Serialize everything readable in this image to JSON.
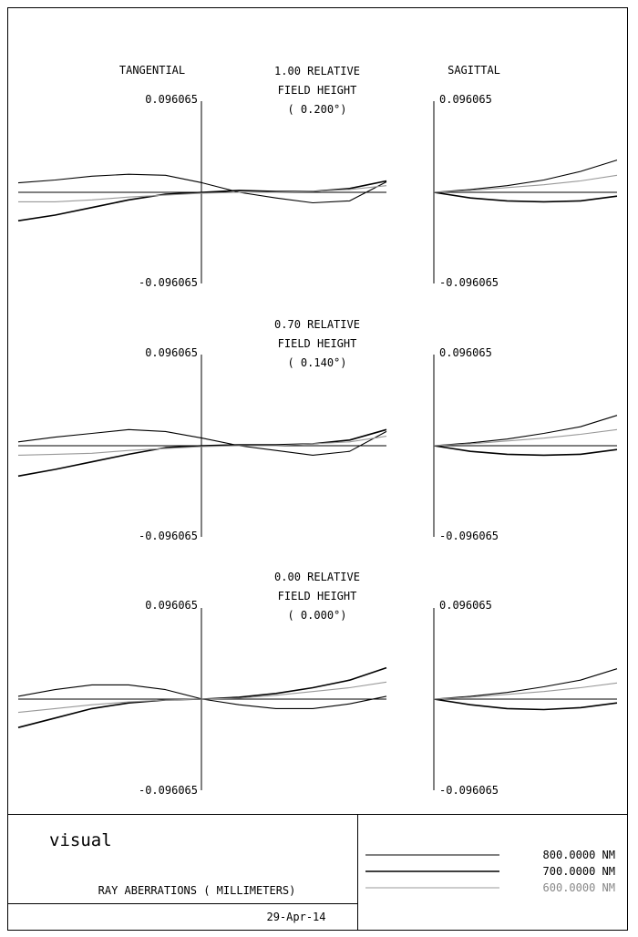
{
  "headers": {
    "tangential": "TANGENTIAL",
    "sagittal": "SAGITTAL"
  },
  "fields": [
    {
      "line1": "1.00 RELATIVE",
      "line2": "FIELD HEIGHT",
      "line3": "( 0.200°)"
    },
    {
      "line1": "0.70 RELATIVE",
      "line2": "FIELD HEIGHT",
      "line3": "( 0.140°)"
    },
    {
      "line1": "0.00 RELATIVE",
      "line2": "FIELD HEIGHT",
      "line3": "( 0.000°)"
    }
  ],
  "footer": {
    "lens_name": "visual",
    "plot_title": "RAY ABERRATIONS ( MILLIMETERS)",
    "date": "29-Apr-14"
  },
  "legend": [
    {
      "label": "800.0000 NM",
      "color": "#000000"
    },
    {
      "label": "700.0000 NM",
      "color": "#000000"
    },
    {
      "label": "600.0000 NM",
      "color": "#999999"
    }
  ],
  "chart_data": {
    "type": "line",
    "scale_max": "0.096065",
    "scale_min": "-0.096065",
    "ylim": [
      -0.096065,
      0.096065
    ],
    "xlim": [
      -1,
      1
    ],
    "x": [
      -1.0,
      -0.8,
      -0.6,
      -0.4,
      -0.2,
      0.0,
      0.2,
      0.4,
      0.6,
      0.8,
      1.0
    ],
    "wavelength_colors": {
      "800": "#000000",
      "700": "#000000",
      "600": "#999999"
    },
    "fields": [
      {
        "tangential": [
          {
            "wavelength": "800",
            "values": [
              0.01,
              0.013,
              0.017,
              0.019,
              0.018,
              0.01,
              0.0,
              -0.006,
              -0.011,
              -0.009,
              0.011
            ]
          },
          {
            "wavelength": "700",
            "values": [
              -0.03,
              -0.024,
              -0.016,
              -0.008,
              -0.002,
              0.0,
              0.002,
              0.001,
              0.001,
              0.004,
              0.012
            ]
          },
          {
            "wavelength": "600",
            "values": [
              -0.01,
              -0.01,
              -0.008,
              -0.005,
              -0.003,
              -0.001,
              0.0,
              0.0,
              0.001,
              0.003,
              0.007
            ]
          }
        ],
        "sagittal": [
          {
            "wavelength": "800",
            "values": [
              0.0,
              0.003,
              0.007,
              0.013,
              0.022,
              0.034
            ]
          },
          {
            "wavelength": "700",
            "values": [
              0.0,
              -0.006,
              -0.009,
              -0.01,
              -0.009,
              -0.004
            ]
          },
          {
            "wavelength": "600",
            "values": [
              0.0,
              0.002,
              0.005,
              0.008,
              0.012,
              0.018
            ]
          }
        ]
      },
      {
        "tangential": [
          {
            "wavelength": "800",
            "values": [
              0.004,
              0.009,
              0.013,
              0.017,
              0.015,
              0.008,
              0.0,
              -0.005,
              -0.01,
              -0.006,
              0.015
            ]
          },
          {
            "wavelength": "700",
            "values": [
              -0.032,
              -0.025,
              -0.017,
              -0.009,
              -0.002,
              0.0,
              0.001,
              0.001,
              0.002,
              0.006,
              0.017
            ]
          },
          {
            "wavelength": "600",
            "values": [
              -0.01,
              -0.009,
              -0.008,
              -0.005,
              -0.003,
              -0.001,
              0.0,
              0.0,
              0.002,
              0.004,
              0.01
            ]
          }
        ],
        "sagittal": [
          {
            "wavelength": "800",
            "values": [
              0.0,
              0.003,
              0.007,
              0.013,
              0.02,
              0.032
            ]
          },
          {
            "wavelength": "700",
            "values": [
              0.0,
              -0.006,
              -0.009,
              -0.01,
              -0.009,
              -0.004
            ]
          },
          {
            "wavelength": "600",
            "values": [
              0.0,
              0.002,
              0.005,
              0.008,
              0.012,
              0.017
            ]
          }
        ]
      },
      {
        "tangential": [
          {
            "wavelength": "800",
            "values": [
              0.003,
              0.01,
              0.015,
              0.015,
              0.01,
              0.0,
              -0.006,
              -0.01,
              -0.01,
              -0.005,
              0.003
            ]
          },
          {
            "wavelength": "700",
            "values": [
              -0.03,
              -0.02,
              -0.01,
              -0.004,
              -0.001,
              0.0,
              0.002,
              0.006,
              0.012,
              0.02,
              0.033
            ]
          },
          {
            "wavelength": "600",
            "values": [
              -0.014,
              -0.01,
              -0.006,
              -0.003,
              -0.001,
              0.0,
              0.001,
              0.004,
              0.008,
              0.012,
              0.018
            ]
          }
        ],
        "sagittal": [
          {
            "wavelength": "800",
            "values": [
              0.0,
              0.003,
              0.007,
              0.013,
              0.02,
              0.032
            ]
          },
          {
            "wavelength": "700",
            "values": [
              0.0,
              -0.006,
              -0.01,
              -0.011,
              -0.009,
              -0.004
            ]
          },
          {
            "wavelength": "600",
            "values": [
              0.0,
              0.002,
              0.005,
              0.008,
              0.012,
              0.017
            ]
          }
        ]
      }
    ]
  }
}
